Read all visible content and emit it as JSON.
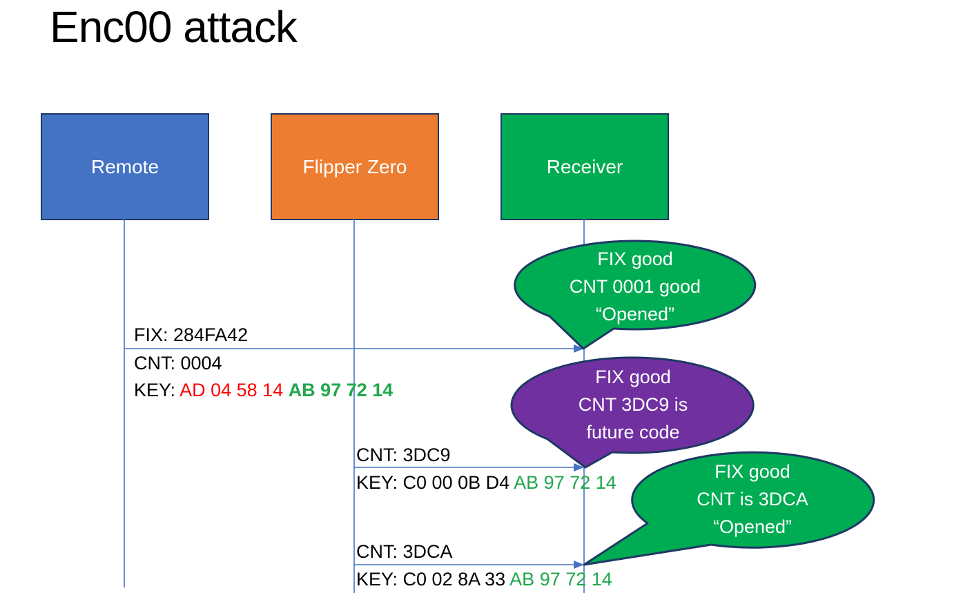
{
  "title": "Enc00 attack",
  "colors": {
    "actor_remote": "#4472C4",
    "actor_flipper": "#ED7D31",
    "actor_receiver": "#00AC53",
    "callout_green": "#00AC53",
    "callout_purple": "#7030A0",
    "shape_border": "#1F3864",
    "connector_blue": "#4472C4",
    "key_red": "#FF0000",
    "key_green": "#21A74D",
    "text_white": "#FFFFFF",
    "text_black": "#000000"
  },
  "actors": [
    {
      "label": "Remote"
    },
    {
      "label": "Flipper Zero"
    },
    {
      "label": "Receiver"
    }
  ],
  "messages": [
    {
      "above": "FIX: 284FA42",
      "below": "CNT: 0004",
      "key_prefix": "KEY: ",
      "key_mid": "AD 04 58 14 ",
      "key_green": "AB 97 72 14"
    },
    {
      "above": "CNT: 3DC9",
      "key_prefix": "KEY: C0 00 0B D4 ",
      "key_green": "AB 97 72 14"
    },
    {
      "above": "CNT: 3DCA",
      "key_prefix": "KEY: C0 02 8A 33 ",
      "key_green": "AB 97 72 14"
    }
  ],
  "callouts": [
    {
      "lines": [
        "FIX good",
        "CNT 0001 good",
        "“Opened”"
      ]
    },
    {
      "lines": [
        "FIX good",
        "CNT 3DC9 is",
        "future code"
      ]
    },
    {
      "lines": [
        "FIX good",
        "CNT is 3DCA",
        "“Opened”"
      ]
    }
  ]
}
